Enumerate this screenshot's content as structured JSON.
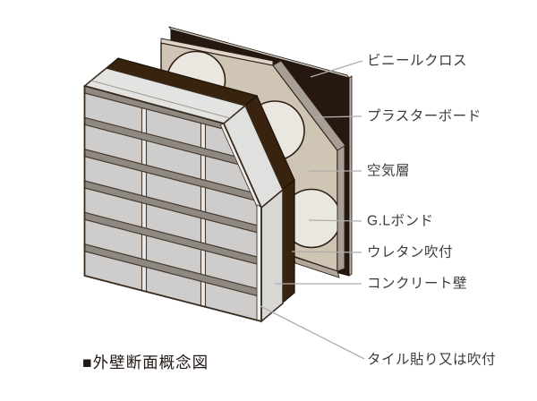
{
  "figure": {
    "caption": "■外壁断面概念図",
    "labels": [
      {
        "id": "vinyl-cloth",
        "text": "ビニールクロス"
      },
      {
        "id": "plasterboard",
        "text": "プラスターボード"
      },
      {
        "id": "air-layer",
        "text": "空気層"
      },
      {
        "id": "gl-bond",
        "text": "G.Lボンド"
      },
      {
        "id": "urethane",
        "text": "ウレタン吹付"
      },
      {
        "id": "concrete-wall",
        "text": "コンクリート壁"
      },
      {
        "id": "tile-or-spray",
        "text": "タイル貼り又は吹付"
      }
    ],
    "colors": {
      "vinyl_cloth": "#261810",
      "vinyl_top_edge": "#c6c0b5",
      "vinyl_right_edge": "#b7b1a9",
      "plasterboard_face": "#cec5b4",
      "plasterboard_top_highlight": "#ddd6c9",
      "plasterboard_edge": "#a79f95",
      "plasterboard_bottom_shade": "#b2a89b",
      "gl_bond": "#eae7e0",
      "urethane": "#38230f",
      "concrete_top": "#e3e3e1",
      "concrete_cut": "#e0e0de",
      "concrete_side": "#d7d7d5",
      "tile_face": "#cecdcb",
      "tile_bevel": "#8e8983",
      "tile_joint": "#e9e9e7",
      "tile_cut_edge": "#efefed",
      "outline": "#3a2a1c",
      "leader_line": "#b0adaa",
      "label_text": "#3f3b3a",
      "caption_text": "#231815"
    }
  }
}
